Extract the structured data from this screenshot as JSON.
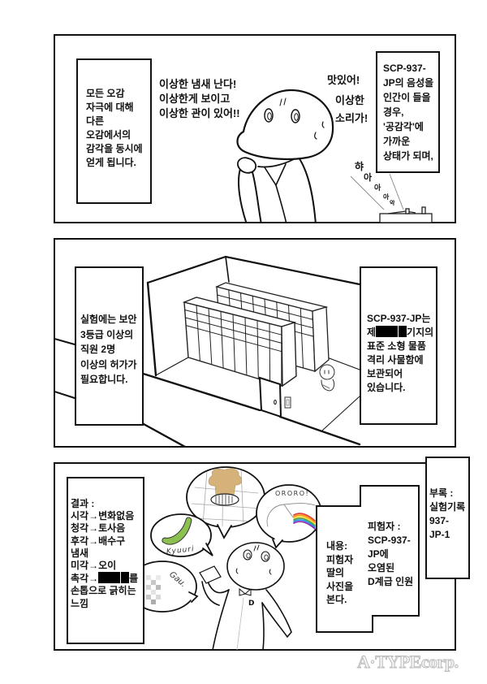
{
  "page": {
    "watermark": "A·TYPEcorp.",
    "colors": {
      "ink": "#111111",
      "paper": "#ffffff",
      "cucumber": "#8cc152",
      "drain_blob": "#d4b27a",
      "watermark_outline": "#bdbdbd"
    }
  },
  "panels": [
    {
      "captions": [
        {
          "lines": [
            "모든 오감",
            "자극에 대해",
            "다른",
            "오감에서의",
            "감각을 동시에",
            "얻게 됩니다."
          ]
        },
        {
          "lines": [
            "SCP-937-",
            "JP의 음성을",
            "인간이 들을",
            "경우,",
            "'공감각'에",
            "가까운",
            "상태가 되며,"
          ]
        }
      ],
      "dialogue": [
        {
          "lines": [
            "이상한 냄새 난다!",
            "이상한게 보이고",
            "이상한 관이 있어!!"
          ]
        },
        {
          "lines": [
            "맛있어!"
          ]
        },
        {
          "lines": [
            "이상한",
            "소리가!"
          ]
        }
      ],
      "sound_effect": [
        "햐",
        "아",
        "아",
        "아",
        "악"
      ]
    },
    {
      "captions": [
        {
          "lines": [
            "실험에는 보안",
            "3등급 이상의",
            "직원 2명",
            "이상의 허가가",
            "필요합니다."
          ]
        },
        {
          "lines": [
            "SCP-937-JP는",
            {
              "before": "제",
              "redacted": true,
              "after": "기지의"
            },
            "표준 소형 물품",
            "격리 사물함에",
            "보관되어",
            "있습니다."
          ]
        }
      ]
    },
    {
      "captions": [
        {
          "lines": [
            "결과 :",
            "시각→변화없음",
            "청각→토사음",
            "후각→배수구",
            "냄새",
            "미각→오이",
            {
              "before": "촉각→",
              "redacted": true,
              "after": "를"
            },
            "손톱으로 긁히는",
            "느낌"
          ]
        },
        {
          "lines": [
            "내용:",
            "피험자",
            "딸의",
            "사진을",
            "본다."
          ]
        },
        {
          "lines": [
            "피험자 :",
            "SCP-937-",
            "JP에",
            "오염된",
            "D계급 인원"
          ]
        },
        {
          "lines": [
            "부록 :",
            "실험기록",
            "937-",
            "JP-1"
          ]
        }
      ],
      "thought_bubbles": [
        {
          "depicts": "drain"
        },
        {
          "depicts": "cucumber",
          "text": "Kyuuri"
        },
        {
          "depicts": "rainbow-vomit",
          "text": "ORORO!"
        },
        {
          "depicts": "pixelated-censored",
          "text": "Gau."
        }
      ],
      "character_badge": "D"
    }
  ]
}
